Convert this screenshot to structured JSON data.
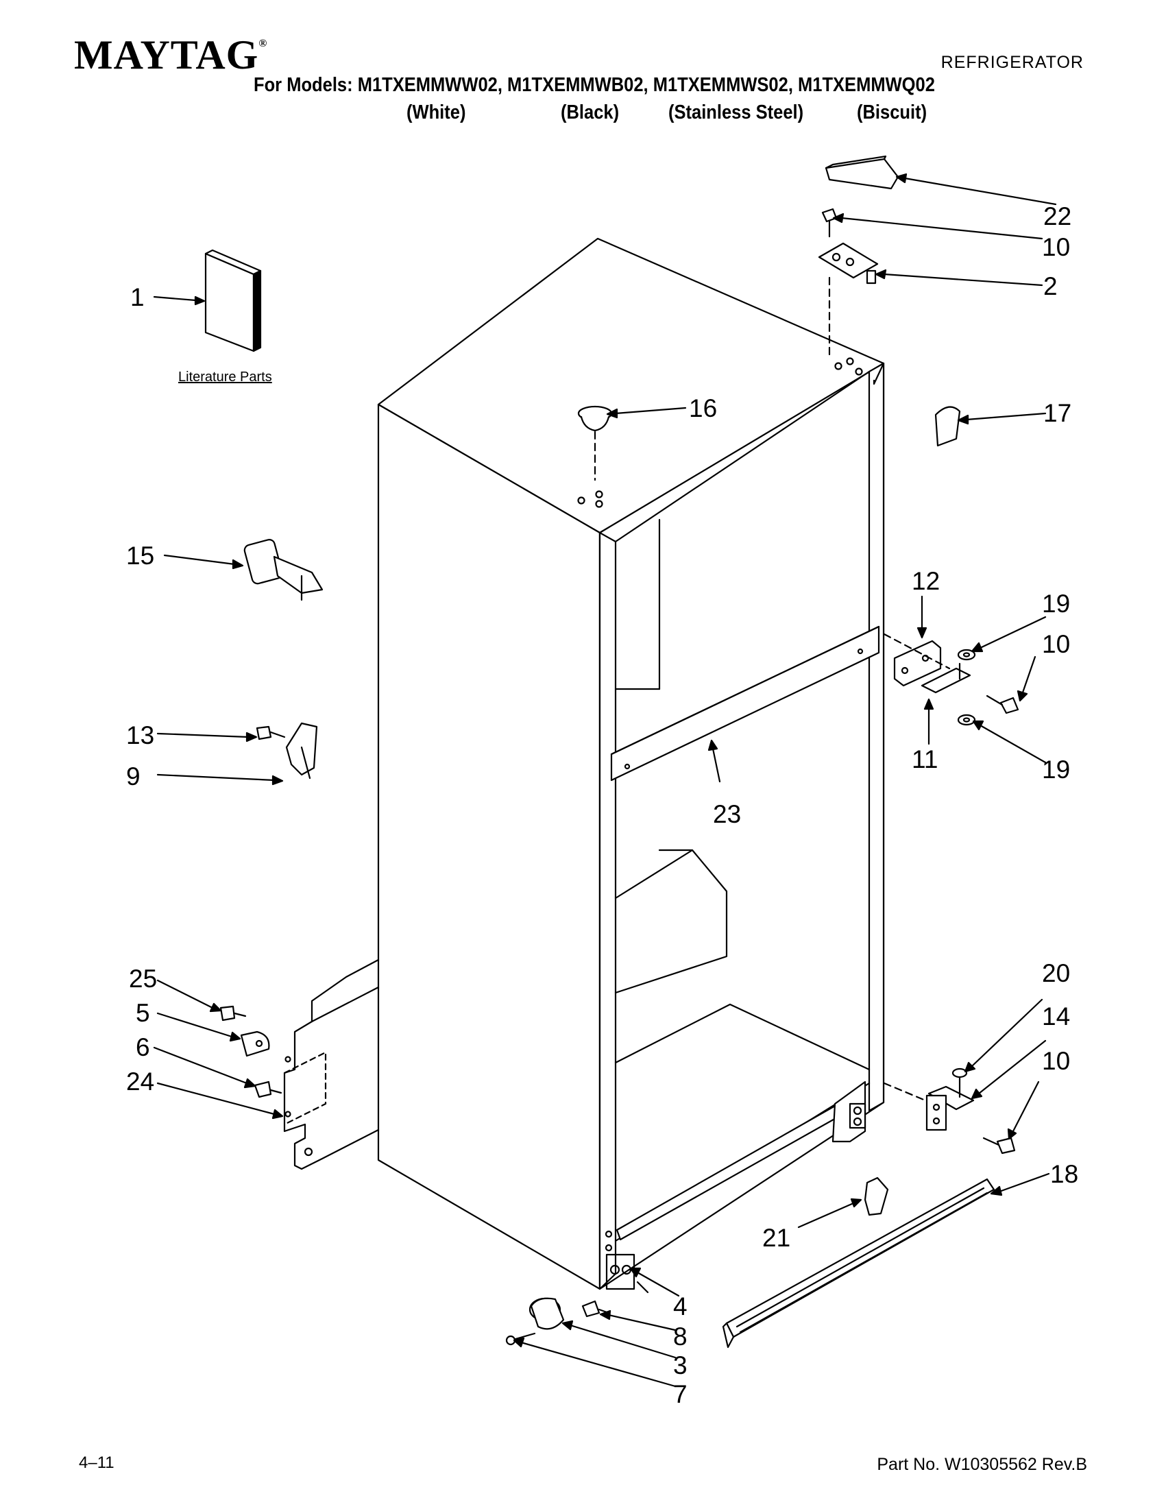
{
  "header": {
    "brand": "MAYTAG",
    "brand_mark": "®",
    "product_type": "REFRIGERATOR",
    "models_line": "For Models: M1TXEMMWW02, M1TXEMMWB02, M1TXEMMWS02, M1TXEMMWQ02",
    "variants": [
      "(White)",
      "(Black)",
      "(Stainless Steel)",
      "(Biscuit)"
    ]
  },
  "diagram": {
    "literature_label": "Literature Parts",
    "callouts": [
      "1",
      "2",
      "3",
      "4",
      "5",
      "6",
      "7",
      "8",
      "9",
      "10",
      "10",
      "10",
      "11",
      "12",
      "13",
      "14",
      "15",
      "16",
      "17",
      "18",
      "19",
      "19",
      "20",
      "21",
      "22",
      "23",
      "24",
      "25"
    ]
  },
  "footer": {
    "page_code": "4–11",
    "part_number": "Part No. W10305562 Rev.B"
  }
}
